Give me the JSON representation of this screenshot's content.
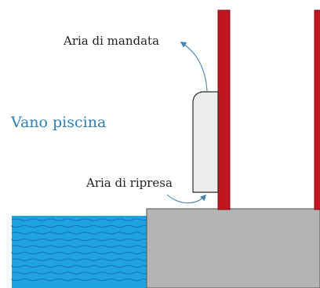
{
  "labels": {
    "supply_air": "Aria di mandata",
    "return_air": "Aria di ripresa",
    "room": "Vano piscina"
  },
  "colors": {
    "wall": "#c0161f",
    "wall_edge": "#7e0f14",
    "unit_fill": "#ececec",
    "unit_stroke": "#2a2a2a",
    "floor": "#b4b4b4",
    "floor_edge": "#555555",
    "water": "#1fa2e0",
    "water_wave": "#0c6fb0",
    "arrow": "#4682b4",
    "room_label": "#2f7fb3"
  }
}
